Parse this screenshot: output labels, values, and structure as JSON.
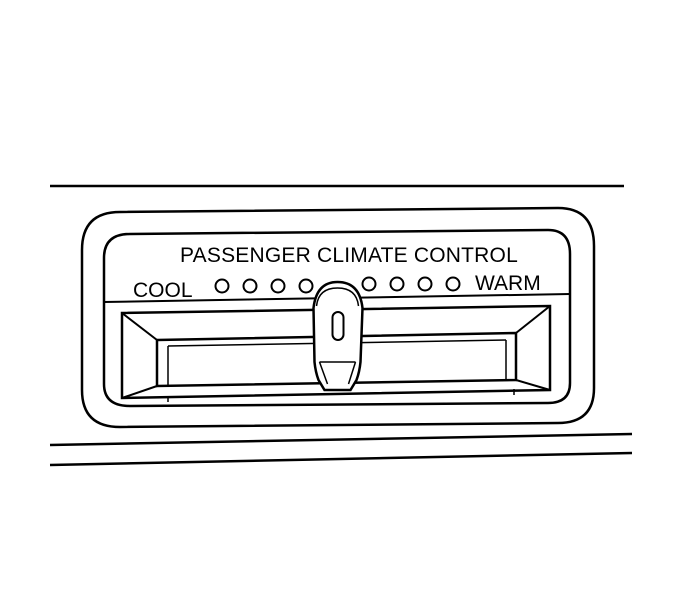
{
  "panel": {
    "title": "PASSENGER CLIMATE CONTROL",
    "cool_label": "COOL",
    "warm_label": "WARM",
    "indicator_dots_per_side": 4,
    "slider_position": 0.5
  },
  "colors": {
    "line": "#000000",
    "background": "#ffffff"
  }
}
